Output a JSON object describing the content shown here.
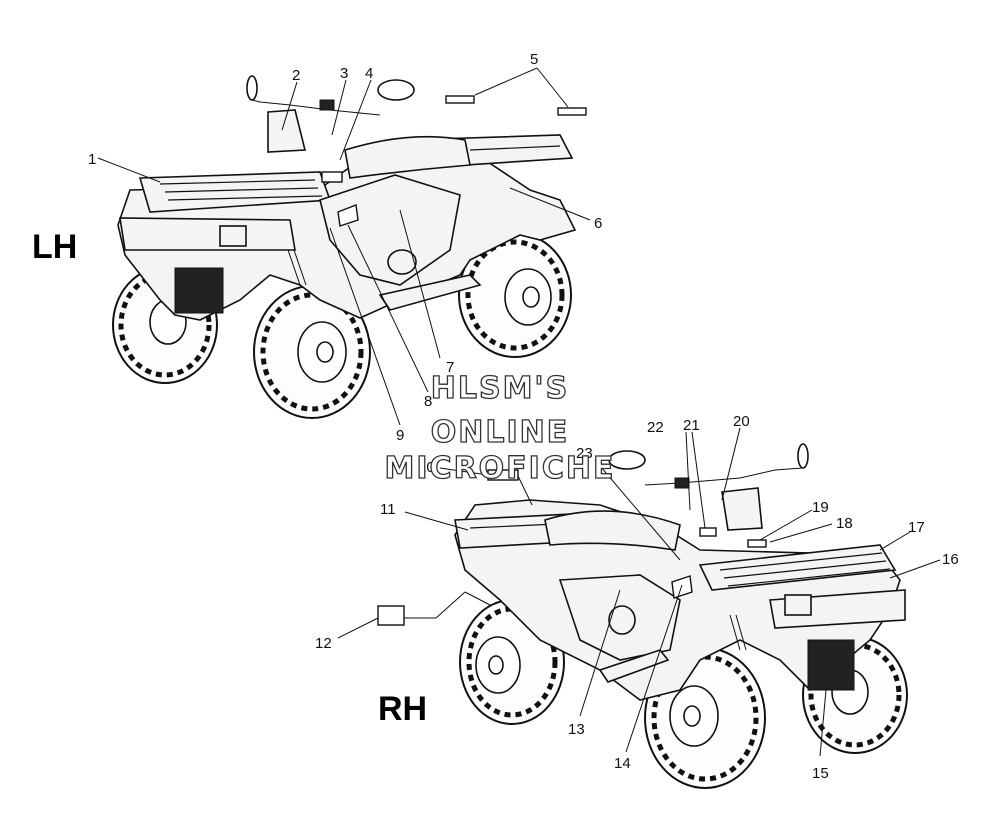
{
  "views": {
    "left": {
      "label": "LH"
    },
    "right": {
      "label": "RH"
    }
  },
  "watermark": {
    "line1": "HLSM'S",
    "line2": "ONLINE",
    "line3": "MICROFICHE"
  },
  "callouts": {
    "c1": "1",
    "c2": "2",
    "c3": "3",
    "c4": "4",
    "c5": "5",
    "c6": "6",
    "c7": "7",
    "c8": "8",
    "c9": "9",
    "c10": "10",
    "c11": "11",
    "c12": "12",
    "c13": "13",
    "c14": "14",
    "c15": "15",
    "c16": "16",
    "c17": "17",
    "c18": "18",
    "c19": "19",
    "c20": "20",
    "c21": "21",
    "c22": "22",
    "c23": "23"
  }
}
